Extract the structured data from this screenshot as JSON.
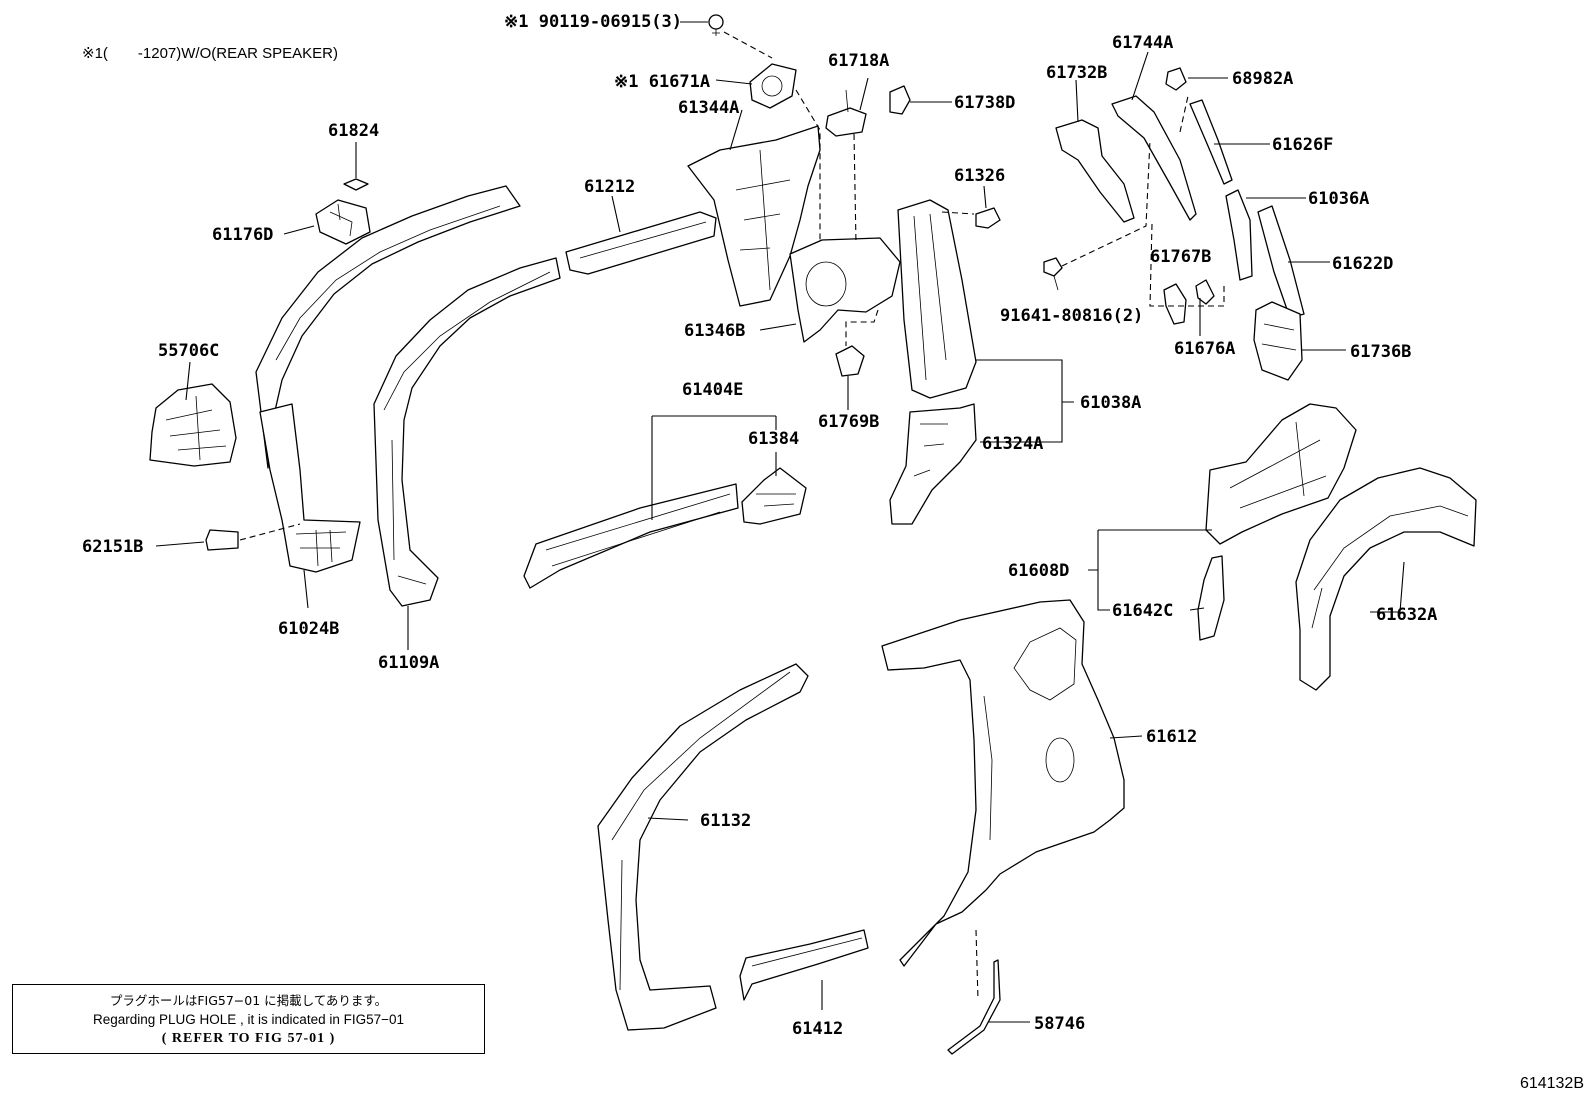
{
  "header_note": "※1(　　-1207)W/O(REAR SPEAKER)",
  "figure_id": "614132B",
  "note": {
    "line1": "プラグホールはFIG57−01 に掲載してあります。",
    "line2": "Regarding PLUG HOLE , it is indicated in FIG57−01",
    "line3": "( REFER TO FIG 57-01 )"
  },
  "parts": {
    "p90119": "※1 90119-06915(3)",
    "p61671A": "※1 61671A",
    "p61718A": "61718A",
    "p61344A": "61344A",
    "p61738D": "61738D",
    "p61744A": "61744A",
    "p68982A": "68982A",
    "p61732B": "61732B",
    "p61626F": "61626F",
    "p61824": "61824",
    "p61212": "61212",
    "p61326": "61326",
    "p61036A": "61036A",
    "p61176D": "61176D",
    "p61767B": "61767B",
    "p61622D": "61622D",
    "p91641": "91641-80816(2)",
    "p61346B": "61346B",
    "p61676A": "61676A",
    "p61736B": "61736B",
    "p55706C": "55706C",
    "p61404E": "61404E",
    "p61038A": "61038A",
    "p61769B": "61769B",
    "p61384": "61384",
    "p61324A": "61324A",
    "p62151B": "62151B",
    "p61608D": "61608D",
    "p61024B": "61024B",
    "p61642C": "61642C",
    "p61632A": "61632A",
    "p61109A": "61109A",
    "p61612": "61612",
    "p61132": "61132",
    "p61412": "61412",
    "p58746": "58746"
  }
}
